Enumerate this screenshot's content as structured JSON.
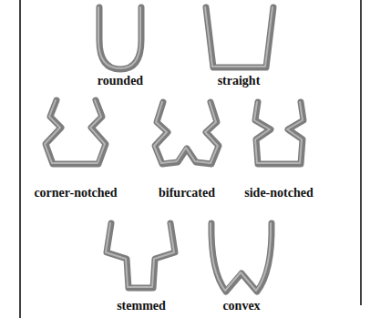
{
  "diagram": {
    "labels": [
      "rounded",
      "straight",
      "corner-notched",
      "bifurcated",
      "side-notched",
      "stemmed",
      "convex"
    ]
  }
}
